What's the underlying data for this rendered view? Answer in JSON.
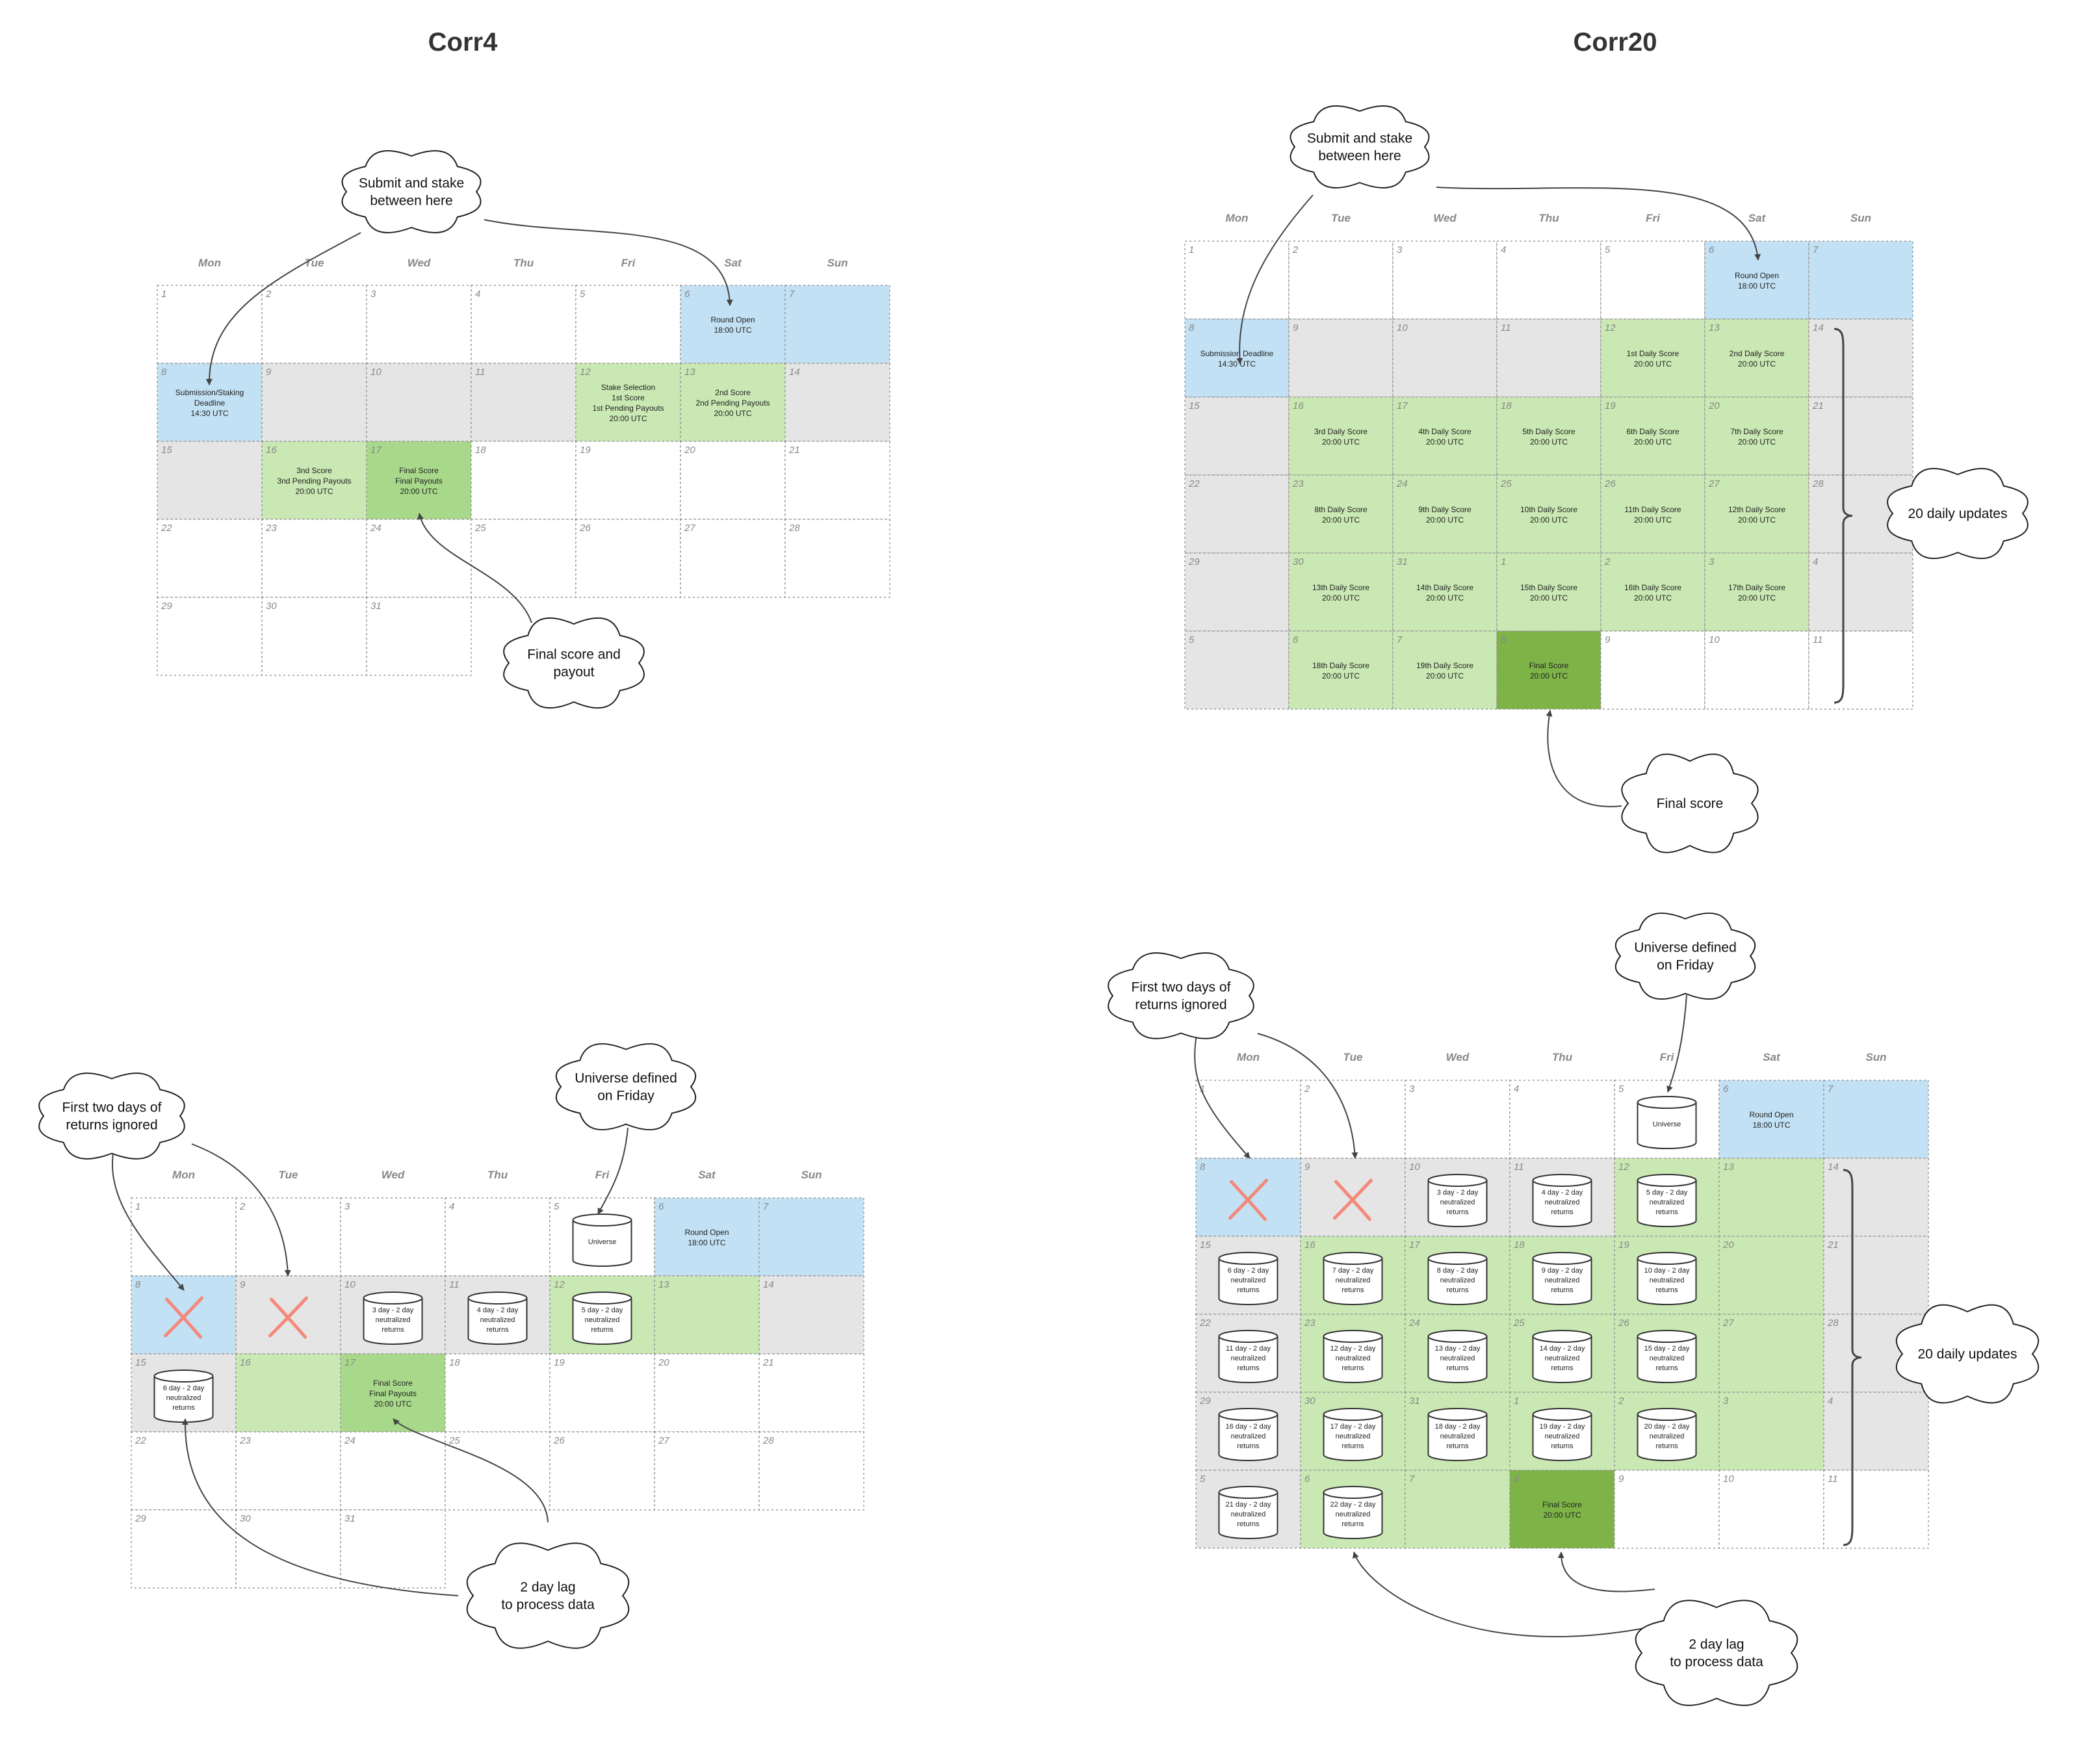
{
  "colors": {
    "blue": "#c2e1f4",
    "grey": "#e5e5e5",
    "lightgreen": "#c9e8b3",
    "midgreen": "#a8d98b",
    "darkgreen": "#7db347",
    "cross": "#f4897b"
  },
  "weekdays": [
    "Mon",
    "Tue",
    "Wed",
    "Thu",
    "Fri",
    "Sat",
    "Sun"
  ],
  "corr4_top": {
    "title": "Corr4",
    "rows": [
      [
        {
          "d": "1"
        },
        {
          "d": "2"
        },
        {
          "d": "3"
        },
        {
          "d": "4"
        },
        {
          "d": "5"
        },
        {
          "d": "6",
          "c": "blue",
          "t": [
            "Round Open",
            "18:00 UTC"
          ]
        },
        {
          "d": "7",
          "c": "blue"
        }
      ],
      [
        {
          "d": "8",
          "c": "blue",
          "t": [
            "Submission/Staking",
            "Deadline",
            "14:30 UTC"
          ]
        },
        {
          "d": "9",
          "c": "grey"
        },
        {
          "d": "10",
          "c": "grey"
        },
        {
          "d": "11",
          "c": "grey"
        },
        {
          "d": "12",
          "c": "lightgreen",
          "t": [
            "Stake Selection",
            "1st Score",
            "1st Pending Payouts",
            "20:00 UTC"
          ]
        },
        {
          "d": "13",
          "c": "lightgreen",
          "t": [
            "2nd Score",
            "2nd Pending Payouts",
            "20:00 UTC"
          ]
        },
        {
          "d": "14",
          "c": "grey"
        }
      ],
      [
        {
          "d": "15",
          "c": "grey"
        },
        {
          "d": "16",
          "c": "lightgreen",
          "t": [
            "3nd Score",
            "3nd Pending Payouts",
            "20:00 UTC"
          ]
        },
        {
          "d": "17",
          "c": "midgreen",
          "t": [
            "Final Score",
            "Final Payouts",
            "20:00 UTC"
          ]
        },
        {
          "d": "18"
        },
        {
          "d": "19"
        },
        {
          "d": "20"
        },
        {
          "d": "21"
        }
      ],
      [
        {
          "d": "22"
        },
        {
          "d": "23"
        },
        {
          "d": "24"
        },
        {
          "d": "25"
        },
        {
          "d": "26"
        },
        {
          "d": "27"
        },
        {
          "d": "28"
        }
      ],
      [
        {
          "d": "29"
        },
        {
          "d": "30"
        },
        {
          "d": "31"
        }
      ]
    ],
    "callouts": [
      "Submit and stake\nbetween here",
      "Final score and\npayout"
    ]
  },
  "corr20_top": {
    "title": "Corr20",
    "rows": [
      [
        {
          "d": "1"
        },
        {
          "d": "2"
        },
        {
          "d": "3"
        },
        {
          "d": "4"
        },
        {
          "d": "5"
        },
        {
          "d": "6",
          "c": "blue",
          "t": [
            "Round Open",
            "18:00 UTC"
          ]
        },
        {
          "d": "7",
          "c": "blue"
        }
      ],
      [
        {
          "d": "8",
          "c": "blue",
          "t": [
            "Submission Deadline",
            "14:30 UTC"
          ]
        },
        {
          "d": "9",
          "c": "grey"
        },
        {
          "d": "10",
          "c": "grey"
        },
        {
          "d": "11",
          "c": "grey"
        },
        {
          "d": "12",
          "c": "lightgreen",
          "t": [
            "1st Daily Score",
            "20:00 UTC"
          ]
        },
        {
          "d": "13",
          "c": "lightgreen",
          "t": [
            "2nd Daily Score",
            "20:00 UTC"
          ]
        },
        {
          "d": "14",
          "c": "grey"
        }
      ],
      [
        {
          "d": "15",
          "c": "grey"
        },
        {
          "d": "16",
          "c": "lightgreen",
          "t": [
            "3rd Daily Score",
            "20:00 UTC"
          ]
        },
        {
          "d": "17",
          "c": "lightgreen",
          "t": [
            "4th Daily Score",
            "20:00 UTC"
          ]
        },
        {
          "d": "18",
          "c": "lightgreen",
          "t": [
            "5th Daily Score",
            "20:00 UTC"
          ]
        },
        {
          "d": "19",
          "c": "lightgreen",
          "t": [
            "6th Daily Score",
            "20:00 UTC"
          ]
        },
        {
          "d": "20",
          "c": "lightgreen",
          "t": [
            "7th Daily Score",
            "20:00 UTC"
          ]
        },
        {
          "d": "21",
          "c": "grey"
        }
      ],
      [
        {
          "d": "22",
          "c": "grey"
        },
        {
          "d": "23",
          "c": "lightgreen",
          "t": [
            "8th Daily Score",
            "20:00 UTC"
          ]
        },
        {
          "d": "24",
          "c": "lightgreen",
          "t": [
            "9th Daily Score",
            "20:00 UTC"
          ]
        },
        {
          "d": "25",
          "c": "lightgreen",
          "t": [
            "10th Daily Score",
            "20:00 UTC"
          ]
        },
        {
          "d": "26",
          "c": "lightgreen",
          "t": [
            "11th Daily Score",
            "20:00 UTC"
          ]
        },
        {
          "d": "27",
          "c": "lightgreen",
          "t": [
            "12th Daily Score",
            "20:00 UTC"
          ]
        },
        {
          "d": "28",
          "c": "grey"
        }
      ],
      [
        {
          "d": "29",
          "c": "grey"
        },
        {
          "d": "30",
          "c": "lightgreen",
          "t": [
            "13th Daily Score",
            "20:00 UTC"
          ]
        },
        {
          "d": "31",
          "c": "lightgreen",
          "t": [
            "14th Daily Score",
            "20:00 UTC"
          ]
        },
        {
          "d": "1",
          "c": "lightgreen",
          "t": [
            "15th Daily Score",
            "20:00 UTC"
          ]
        },
        {
          "d": "2",
          "c": "lightgreen",
          "t": [
            "16th Daily Score",
            "20:00 UTC"
          ]
        },
        {
          "d": "3",
          "c": "lightgreen",
          "t": [
            "17th Daily Score",
            "20:00 UTC"
          ]
        },
        {
          "d": "4",
          "c": "grey"
        }
      ],
      [
        {
          "d": "5",
          "c": "grey"
        },
        {
          "d": "6",
          "c": "lightgreen",
          "t": [
            "18th Daily Score",
            "20:00 UTC"
          ]
        },
        {
          "d": "7",
          "c": "lightgreen",
          "t": [
            "19th Daily Score",
            "20:00 UTC"
          ]
        },
        {
          "d": "8",
          "c": "darkgreen",
          "t": [
            "Final Score",
            "20:00 UTC"
          ]
        },
        {
          "d": "9"
        },
        {
          "d": "10"
        },
        {
          "d": "11"
        }
      ]
    ],
    "callouts": [
      "Submit and stake\nbetween here",
      "20 daily updates",
      "Final score"
    ]
  },
  "corr4_bottom": {
    "rows": [
      [
        {
          "d": "1"
        },
        {
          "d": "2"
        },
        {
          "d": "3"
        },
        {
          "d": "4"
        },
        {
          "d": "5",
          "cyl": [
            "Universe"
          ]
        },
        {
          "d": "6",
          "c": "blue",
          "t": [
            "Round Open",
            "18:00 UTC"
          ]
        },
        {
          "d": "7",
          "c": "blue"
        }
      ],
      [
        {
          "d": "8",
          "c": "blue",
          "x": true
        },
        {
          "d": "9",
          "c": "grey",
          "x": true
        },
        {
          "d": "10",
          "c": "grey",
          "cyl": [
            "3 day - 2 day",
            "neutralized",
            "returns"
          ]
        },
        {
          "d": "11",
          "c": "grey",
          "cyl": [
            "4 day - 2 day",
            "neutralized",
            "returns"
          ]
        },
        {
          "d": "12",
          "c": "lightgreen",
          "cyl": [
            "5 day - 2 day",
            "neutralized",
            "returns"
          ]
        },
        {
          "d": "13",
          "c": "lightgreen"
        },
        {
          "d": "14",
          "c": "grey"
        }
      ],
      [
        {
          "d": "15",
          "c": "grey",
          "cyl": [
            "6 day - 2 day",
            "neutralized",
            "returns"
          ]
        },
        {
          "d": "16",
          "c": "lightgreen"
        },
        {
          "d": "17",
          "c": "midgreen",
          "t": [
            "Final Score",
            "Final Payouts",
            "20:00 UTC"
          ]
        },
        {
          "d": "18"
        },
        {
          "d": "19"
        },
        {
          "d": "20"
        },
        {
          "d": "21"
        }
      ],
      [
        {
          "d": "22"
        },
        {
          "d": "23"
        },
        {
          "d": "24"
        },
        {
          "d": "25"
        },
        {
          "d": "26"
        },
        {
          "d": "27"
        },
        {
          "d": "28"
        }
      ],
      [
        {
          "d": "29"
        },
        {
          "d": "30"
        },
        {
          "d": "31"
        }
      ]
    ],
    "callouts": [
      "First two days of\nreturns ignored",
      "Universe defined\non Friday",
      "2 day lag\nto process data"
    ]
  },
  "corr20_bottom": {
    "rows": [
      [
        {
          "d": "1"
        },
        {
          "d": "2"
        },
        {
          "d": "3"
        },
        {
          "d": "4"
        },
        {
          "d": "5",
          "cyl": [
            "Universe"
          ]
        },
        {
          "d": "6",
          "c": "blue",
          "t": [
            "Round Open",
            "18:00 UTC"
          ]
        },
        {
          "d": "7",
          "c": "blue"
        }
      ],
      [
        {
          "d": "8",
          "c": "blue",
          "x": true
        },
        {
          "d": "9",
          "c": "grey",
          "x": true
        },
        {
          "d": "10",
          "c": "grey",
          "cyl": [
            "3 day - 2 day",
            "neutralized",
            "returns"
          ]
        },
        {
          "d": "11",
          "c": "grey",
          "cyl": [
            "4 day - 2 day",
            "neutralized",
            "returns"
          ]
        },
        {
          "d": "12",
          "c": "lightgreen",
          "cyl": [
            "5 day - 2 day",
            "neutralized",
            "returns"
          ]
        },
        {
          "d": "13",
          "c": "lightgreen"
        },
        {
          "d": "14",
          "c": "grey"
        }
      ],
      [
        {
          "d": "15",
          "c": "grey",
          "cyl": [
            "6 day - 2 day",
            "neutralized",
            "returns"
          ]
        },
        {
          "d": "16",
          "c": "lightgreen",
          "cyl": [
            "7 day - 2 day",
            "neutralized",
            "returns"
          ]
        },
        {
          "d": "17",
          "c": "lightgreen",
          "cyl": [
            "8 day - 2 day",
            "neutralized",
            "returns"
          ]
        },
        {
          "d": "18",
          "c": "lightgreen",
          "cyl": [
            "9 day - 2 day",
            "neutralized",
            "returns"
          ]
        },
        {
          "d": "19",
          "c": "lightgreen",
          "cyl": [
            "10 day - 2 day",
            "neutralized",
            "returns"
          ]
        },
        {
          "d": "20",
          "c": "lightgreen"
        },
        {
          "d": "21",
          "c": "grey"
        }
      ],
      [
        {
          "d": "22",
          "c": "grey",
          "cyl": [
            "11 day - 2 day",
            "neutralized",
            "returns"
          ]
        },
        {
          "d": "23",
          "c": "lightgreen",
          "cyl": [
            "12 day - 2 day",
            "neutralized",
            "returns"
          ]
        },
        {
          "d": "24",
          "c": "lightgreen",
          "cyl": [
            "13 day - 2 day",
            "neutralized",
            "returns"
          ]
        },
        {
          "d": "25",
          "c": "lightgreen",
          "cyl": [
            "14 day - 2 day",
            "neutralized",
            "returns"
          ]
        },
        {
          "d": "26",
          "c": "lightgreen",
          "cyl": [
            "15 day - 2 day",
            "neutralized",
            "returns"
          ]
        },
        {
          "d": "27",
          "c": "lightgreen"
        },
        {
          "d": "28",
          "c": "grey"
        }
      ],
      [
        {
          "d": "29",
          "c": "grey",
          "cyl": [
            "16 day - 2 day",
            "neutralized",
            "returns"
          ]
        },
        {
          "d": "30",
          "c": "lightgreen",
          "cyl": [
            "17 day - 2 day",
            "neutralized",
            "returns"
          ]
        },
        {
          "d": "31",
          "c": "lightgreen",
          "cyl": [
            "18 day - 2 day",
            "neutralized",
            "returns"
          ]
        },
        {
          "d": "1",
          "c": "lightgreen",
          "cyl": [
            "19 day - 2 day",
            "neutralized",
            "returns"
          ]
        },
        {
          "d": "2",
          "c": "lightgreen",
          "cyl": [
            "20 day - 2 day",
            "neutralized",
            "returns"
          ]
        },
        {
          "d": "3",
          "c": "lightgreen"
        },
        {
          "d": "4",
          "c": "grey"
        }
      ],
      [
        {
          "d": "5",
          "c": "grey",
          "cyl": [
            "21 day - 2 day",
            "neutralized",
            "returns"
          ]
        },
        {
          "d": "6",
          "c": "lightgreen",
          "cyl": [
            "22 day - 2 day",
            "neutralized",
            "returns"
          ]
        },
        {
          "d": "7",
          "c": "lightgreen"
        },
        {
          "d": "8",
          "c": "darkgreen",
          "t": [
            "Final Score",
            "20:00 UTC"
          ]
        },
        {
          "d": "9"
        },
        {
          "d": "10"
        },
        {
          "d": "11"
        }
      ]
    ],
    "callouts": [
      "First two days of\nreturns ignored",
      "Universe defined\non Friday",
      "20 daily updates",
      "2 day lag\nto process data"
    ]
  }
}
